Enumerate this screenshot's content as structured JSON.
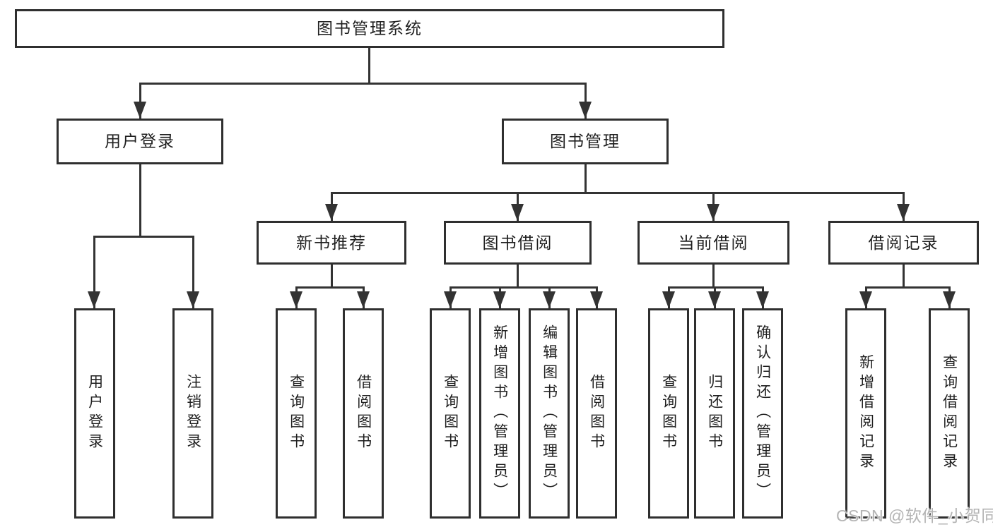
{
  "diagram_title": "图书管理系统",
  "colors": {
    "line": "#333333",
    "box_border": "#2f2f2f",
    "text": "#1f1f1f",
    "background": "#ffffff",
    "watermark": "#b4b4b4"
  },
  "nodes": {
    "root": "图书管理系统",
    "user_login": "用户登录",
    "book_manage": "图书管理",
    "new_book_recommend": "新书推荐",
    "book_borrow": "图书借阅",
    "current_borrow": "当前借阅",
    "borrow_record": "借阅记录",
    "leaf_user_login": "用户登录",
    "leaf_logout": "注销登录",
    "leaf_query_book_1": "查询图书",
    "leaf_borrow_book_1": "借阅图书",
    "leaf_query_book_2": "查询图书",
    "leaf_add_book": "新增图书（管理员）",
    "leaf_edit_book": "编辑图书（管理员）",
    "leaf_borrow_book_2": "借阅图书",
    "leaf_query_book_3": "查询图书",
    "leaf_return_book": "归还图书",
    "leaf_confirm_return": "确认归还（管理员）",
    "leaf_add_record": "新增借阅记录",
    "leaf_query_record": "查询借阅记录"
  },
  "tree": {
    "label": "图书管理系统",
    "children": [
      {
        "label": "用户登录",
        "children": [
          {
            "label": "用户登录"
          },
          {
            "label": "注销登录"
          }
        ]
      },
      {
        "label": "图书管理",
        "children": [
          {
            "label": "新书推荐",
            "children": [
              {
                "label": "查询图书"
              },
              {
                "label": "借阅图书"
              }
            ]
          },
          {
            "label": "图书借阅",
            "children": [
              {
                "label": "查询图书"
              },
              {
                "label": "新增图书（管理员）"
              },
              {
                "label": "编辑图书（管理员）"
              },
              {
                "label": "借阅图书"
              }
            ]
          },
          {
            "label": "当前借阅",
            "children": [
              {
                "label": "查询图书"
              },
              {
                "label": "归还图书"
              },
              {
                "label": "确认归还（管理员）"
              }
            ]
          },
          {
            "label": "借阅记录",
            "children": [
              {
                "label": "新增借阅记录"
              },
              {
                "label": "查询借阅记录"
              }
            ]
          }
        ]
      }
    ]
  },
  "watermark": "CSDN @软件_小贺同学"
}
